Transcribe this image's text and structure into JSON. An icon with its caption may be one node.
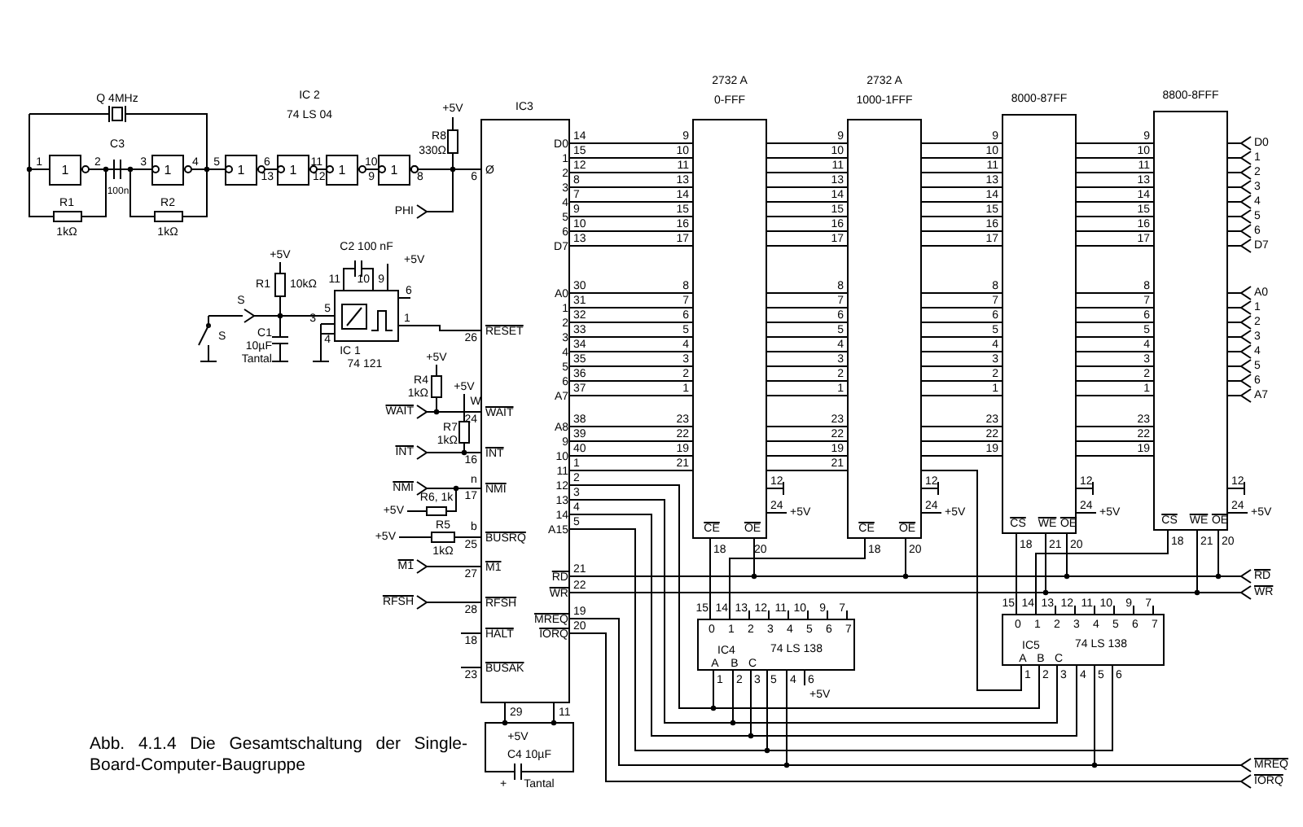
{
  "diagram": {
    "caption": "Abb. 4.1.4 Die Gesamtschaltung der Single-Board-Computer-Baugruppe",
    "nodes": [
      {
        "text": [
          "1"
        ],
        "beside": [
          "1",
          "2"
        ]
      },
      {
        "text": [
          "1"
        ],
        "beside": [
          "3",
          "4"
        ]
      },
      {
        "text": [
          "1"
        ],
        "beside": [
          "5",
          "6"
        ]
      },
      {
        "text": [
          "1"
        ],
        "beside": [
          "13",
          "12"
        ]
      },
      {
        "text": [
          "1"
        ],
        "beside": [
          "11",
          "10"
        ]
      },
      {
        "text": [
          "1"
        ],
        "beside": [
          "9",
          "8"
        ]
      },
      {
        "text": [
          "PHI"
        ]
      },
      {
        "text": [
          "S"
        ]
      },
      {
        "text": [],
        "shape": "box",
        "beside": [
          "IC 1",
          "74 121",
          "11",
          "10",
          "9",
          "6",
          "5",
          "3",
          "4",
          "1"
        ]
      },
      {
        "text": [
          "D0",
          "1",
          "2",
          "3",
          "4",
          "5",
          "6",
          "D7",
          "A0",
          "1",
          "2",
          "3",
          "4",
          "5",
          "6",
          "A7",
          "A8",
          "9",
          "10",
          "11",
          "12",
          "13",
          "14",
          "A15",
          "RD",
          "WR",
          "MREQ",
          "IORQ",
          "Ø",
          "RESET",
          "WAIT",
          "INT",
          "NMI",
          "BUSRQ",
          "M1",
          "RFSH",
          "HALT",
          "BUSAK"
        ],
        "beside": [
          "IC3",
          "14",
          "15",
          "12",
          "8",
          "7",
          "9",
          "10",
          "13",
          "30",
          "31",
          "32",
          "33",
          "34",
          "35",
          "36",
          "37",
          "38",
          "39",
          "40",
          "1",
          "2",
          "3",
          "4",
          "5",
          "21",
          "22",
          "19",
          "20",
          "6",
          "26",
          "24",
          "16",
          "17",
          "25",
          "27",
          "28",
          "18",
          "23",
          "29",
          "11",
          "W",
          "n",
          "b"
        ]
      },
      {
        "text": [
          "CE",
          "OE"
        ],
        "beside": [
          "2732 A",
          "0-FFF",
          "9",
          "10",
          "11",
          "13",
          "14",
          "15",
          "16",
          "17",
          "8",
          "7",
          "6",
          "5",
          "4",
          "3",
          "2",
          "1",
          "23",
          "22",
          "19",
          "21",
          "12",
          "24",
          "+5V",
          "18",
          "20"
        ]
      },
      {
        "text": [
          "CE",
          "OE"
        ],
        "beside": [
          "2732 A",
          "1000-1FFF",
          "9",
          "10",
          "11",
          "13",
          "14",
          "15",
          "16",
          "17",
          "8",
          "7",
          "6",
          "5",
          "4",
          "3",
          "2",
          "1",
          "23",
          "22",
          "19",
          "21",
          "12",
          "24",
          "+5V",
          "18",
          "20"
        ]
      },
      {
        "text": [
          "CS",
          "WE",
          "OE"
        ],
        "beside": [
          "8000-87FF",
          "9",
          "10",
          "11",
          "13",
          "14",
          "15",
          "16",
          "17",
          "8",
          "7",
          "6",
          "5",
          "4",
          "3",
          "2",
          "1",
          "23",
          "22",
          "19",
          "12",
          "24",
          "+5V",
          "18",
          "21",
          "20"
        ]
      },
      {
        "text": [
          "CS",
          "WE",
          "OE"
        ],
        "beside": [
          "8800-8FFF",
          "9",
          "10",
          "11",
          "13",
          "14",
          "15",
          "16",
          "17",
          "8",
          "7",
          "6",
          "5",
          "4",
          "3",
          "2",
          "1",
          "23",
          "22",
          "19",
          "12",
          "24",
          "+5V",
          "18",
          "21",
          "20"
        ]
      },
      {
        "text": [
          "0",
          "1",
          "2",
          "3",
          "4",
          "5",
          "6",
          "7",
          "IC4",
          "74 LS 138",
          "A",
          "B",
          "C"
        ],
        "beside": [
          "15",
          "14",
          "13",
          "12",
          "11",
          "10",
          "9",
          "7",
          "1",
          "2",
          "3",
          "5",
          "4",
          "6",
          "+5V"
        ]
      },
      {
        "text": [
          "0",
          "1",
          "2",
          "3",
          "4",
          "5",
          "6",
          "7",
          "IC5",
          "74 LS 138",
          "A",
          "B",
          "C"
        ],
        "beside": [
          "15",
          "14",
          "13",
          "12",
          "11",
          "10",
          "9",
          "7",
          "1",
          "2",
          "3",
          "4",
          "5",
          "6"
        ]
      },
      {
        "text": [
          "WAIT"
        ]
      },
      {
        "text": [
          "INT"
        ]
      },
      {
        "text": [
          "NMI"
        ]
      },
      {
        "text": [
          "M1"
        ]
      },
      {
        "text": [
          "RFSH"
        ]
      },
      {
        "text": [
          "D0"
        ]
      },
      {
        "text": [
          "1"
        ]
      },
      {
        "text": [
          "2"
        ]
      },
      {
        "text": [
          "3"
        ]
      },
      {
        "text": [
          "4"
        ]
      },
      {
        "text": [
          "5"
        ]
      },
      {
        "text": [
          "6"
        ]
      },
      {
        "text": [
          "D7"
        ]
      },
      {
        "text": [
          "A0"
        ]
      },
      {
        "text": [
          "1"
        ]
      },
      {
        "text": [
          "2"
        ]
      },
      {
        "text": [
          "3"
        ]
      },
      {
        "text": [
          "4"
        ]
      },
      {
        "text": [
          "5"
        ]
      },
      {
        "text": [
          "6"
        ]
      },
      {
        "text": [
          "A7"
        ]
      },
      {
        "text": [
          "RD"
        ]
      },
      {
        "text": [
          "WR"
        ]
      },
      {
        "text": [
          "MREQ"
        ]
      },
      {
        "text": [
          "IORQ"
        ]
      }
    ],
    "edges": [
      {
        "from": 0,
        "to": 1,
        "arrow": "other"
      },
      {
        "from": 1,
        "to": 2,
        "arrow": "other"
      },
      {
        "from": 2,
        "to": 3,
        "arrow": "other"
      },
      {
        "from": 3,
        "to": 4,
        "arrow": "other"
      },
      {
        "from": 4,
        "to": 5,
        "arrow": "other"
      },
      {
        "from": 5,
        "to": 9,
        "arrow": "other"
      },
      {
        "from": 5,
        "to": 6,
        "arrow": "other"
      },
      {
        "from": 7,
        "to": 8,
        "arrow": "other"
      },
      {
        "from": 8,
        "to": 9,
        "arrow": "none"
      },
      {
        "from": 16,
        "to": 9,
        "arrow": "other"
      },
      {
        "from": 17,
        "to": 9,
        "arrow": "other"
      },
      {
        "from": 18,
        "to": 9,
        "arrow": "other"
      },
      {
        "from": 19,
        "to": 9,
        "arrow": "other"
      },
      {
        "from": 20,
        "to": 9,
        "arrow": "other"
      },
      {
        "from": 9,
        "to": 10,
        "arrow": "none"
      },
      {
        "from": 10,
        "to": 11,
        "arrow": "none"
      },
      {
        "from": 11,
        "to": 12,
        "arrow": "none"
      },
      {
        "from": 12,
        "to": 13,
        "arrow": "none"
      },
      {
        "from": 13,
        "to": 21,
        "arrow": "other"
      },
      {
        "from": 9,
        "to": 10,
        "arrow": "none"
      },
      {
        "from": 10,
        "to": 11,
        "arrow": "none"
      },
      {
        "from": 11,
        "to": 12,
        "arrow": "none"
      },
      {
        "from": 12,
        "to": 13,
        "arrow": "none"
      },
      {
        "from": 13,
        "to": 22,
        "arrow": "other"
      },
      {
        "from": 9,
        "to": 10,
        "arrow": "none"
      },
      {
        "from": 10,
        "to": 11,
        "arrow": "none"
      },
      {
        "from": 11,
        "to": 12,
        "arrow": "none"
      },
      {
        "from": 12,
        "to": 13,
        "arrow": "none"
      },
      {
        "from": 13,
        "to": 23,
        "arrow": "other"
      },
      {
        "from": 9,
        "to": 10,
        "arrow": "none"
      },
      {
        "from": 10,
        "to": 11,
        "arrow": "none"
      },
      {
        "from": 11,
        "to": 12,
        "arrow": "none"
      },
      {
        "from": 12,
        "to": 13,
        "arrow": "none"
      },
      {
        "from": 13,
        "to": 24,
        "arrow": "other"
      },
      {
        "from": 9,
        "to": 10,
        "arrow": "none"
      },
      {
        "from": 10,
        "to": 11,
        "arrow": "none"
      },
      {
        "from": 11,
        "to": 12,
        "arrow": "none"
      },
      {
        "from": 12,
        "to": 13,
        "arrow": "none"
      },
      {
        "from": 13,
        "to": 25,
        "arrow": "other"
      },
      {
        "from": 9,
        "to": 10,
        "arrow": "none"
      },
      {
        "from": 10,
        "to": 11,
        "arrow": "none"
      },
      {
        "from": 11,
        "to": 12,
        "arrow": "none"
      },
      {
        "from": 12,
        "to": 13,
        "arrow": "none"
      },
      {
        "from": 13,
        "to": 26,
        "arrow": "other"
      },
      {
        "from": 9,
        "to": 10,
        "arrow": "none"
      },
      {
        "from": 10,
        "to": 11,
        "arrow": "none"
      },
      {
        "from": 11,
        "to": 12,
        "arrow": "none"
      },
      {
        "from": 12,
        "to": 13,
        "arrow": "none"
      },
      {
        "from": 13,
        "to": 27,
        "arrow": "other"
      },
      {
        "from": 9,
        "to": 10,
        "arrow": "none"
      },
      {
        "from": 10,
        "to": 11,
        "arrow": "none"
      },
      {
        "from": 11,
        "to": 12,
        "arrow": "none"
      },
      {
        "from": 12,
        "to": 13,
        "arrow": "none"
      },
      {
        "from": 13,
        "to": 28,
        "arrow": "other"
      },
      {
        "from": 9,
        "to": 10,
        "arrow": "none"
      },
      {
        "from": 10,
        "to": 11,
        "arrow": "none"
      },
      {
        "from": 11,
        "to": 12,
        "arrow": "none"
      },
      {
        "from": 12,
        "to": 13,
        "arrow": "none"
      },
      {
        "from": 13,
        "to": 29,
        "arrow": "other"
      },
      {
        "from": 9,
        "to": 10,
        "arrow": "none"
      },
      {
        "from": 10,
        "to": 11,
        "arrow": "none"
      },
      {
        "from": 11,
        "to": 12,
        "arrow": "none"
      },
      {
        "from": 12,
        "to": 13,
        "arrow": "none"
      },
      {
        "from": 13,
        "to": 30,
        "arrow": "other"
      },
      {
        "from": 9,
        "to": 10,
        "arrow": "none"
      },
      {
        "from": 10,
        "to": 11,
        "arrow": "none"
      },
      {
        "from": 11,
        "to": 12,
        "arrow": "none"
      },
      {
        "from": 12,
        "to": 13,
        "arrow": "none"
      },
      {
        "from": 13,
        "to": 31,
        "arrow": "other"
      },
      {
        "from": 9,
        "to": 10,
        "arrow": "none"
      },
      {
        "from": 10,
        "to": 11,
        "arrow": "none"
      },
      {
        "from": 11,
        "to": 12,
        "arrow": "none"
      },
      {
        "from": 12,
        "to": 13,
        "arrow": "none"
      },
      {
        "from": 13,
        "to": 32,
        "arrow": "other"
      },
      {
        "from": 9,
        "to": 10,
        "arrow": "none"
      },
      {
        "from": 10,
        "to": 11,
        "arrow": "none"
      },
      {
        "from": 11,
        "to": 12,
        "arrow": "none"
      },
      {
        "from": 12,
        "to": 13,
        "arrow": "none"
      },
      {
        "from": 13,
        "to": 33,
        "arrow": "other"
      },
      {
        "from": 9,
        "to": 10,
        "arrow": "none"
      },
      {
        "from": 10,
        "to": 11,
        "arrow": "none"
      },
      {
        "from": 11,
        "to": 12,
        "arrow": "none"
      },
      {
        "from": 12,
        "to": 13,
        "arrow": "none"
      },
      {
        "from": 13,
        "to": 34,
        "arrow": "other"
      },
      {
        "from": 9,
        "to": 10,
        "arrow": "none"
      },
      {
        "from": 10,
        "to": 11,
        "arrow": "none"
      },
      {
        "from": 11,
        "to": 12,
        "arrow": "none"
      },
      {
        "from": 12,
        "to": 13,
        "arrow": "none"
      },
      {
        "from": 13,
        "to": 35,
        "arrow": "other"
      },
      {
        "from": 9,
        "to": 10,
        "arrow": "none"
      },
      {
        "from": 10,
        "to": 11,
        "arrow": "none"
      },
      {
        "from": 11,
        "to": 12,
        "arrow": "none"
      },
      {
        "from": 12,
        "to": 13,
        "arrow": "none"
      },
      {
        "from": 13,
        "to": 36,
        "arrow": "other"
      },
      {
        "from": 9,
        "to": 10,
        "arrow": "none"
      },
      {
        "from": 10,
        "to": 11,
        "arrow": "none"
      },
      {
        "from": 11,
        "to": 12,
        "arrow": "none"
      },
      {
        "from": 12,
        "to": 13,
        "arrow": "none"
      },
      {
        "from": 9,
        "to": 10,
        "arrow": "none"
      },
      {
        "from": 10,
        "to": 11,
        "arrow": "none"
      },
      {
        "from": 11,
        "to": 12,
        "arrow": "none"
      },
      {
        "from": 12,
        "to": 13,
        "arrow": "none"
      },
      {
        "from": 9,
        "to": 10,
        "arrow": "none"
      },
      {
        "from": 10,
        "to": 11,
        "arrow": "none"
      },
      {
        "from": 11,
        "to": 12,
        "arrow": "none"
      },
      {
        "from": 12,
        "to": 13,
        "arrow": "none"
      },
      {
        "from": 9,
        "to": 10,
        "arrow": "none"
      },
      {
        "from": 10,
        "to": 11,
        "arrow": "none"
      },
      {
        "from": 11,
        "to": 15,
        "arrow": "none"
      },
      {
        "from": 9,
        "to": 14,
        "arrow": "none"
      },
      {
        "from": 9,
        "to": 15,
        "arrow": "none"
      },
      {
        "from": 9,
        "to": 14,
        "arrow": "none"
      },
      {
        "from": 9,
        "to": 15,
        "arrow": "none"
      },
      {
        "from": 9,
        "to": 14,
        "arrow": "none"
      },
      {
        "from": 9,
        "to": 15,
        "arrow": "none"
      },
      {
        "from": 9,
        "to": 14,
        "arrow": "none"
      },
      {
        "from": 9,
        "to": 15,
        "arrow": "none"
      },
      {
        "from": 9,
        "to": 10,
        "arrow": "none"
      },
      {
        "from": 9,
        "to": 11,
        "arrow": "none"
      },
      {
        "from": 9,
        "to": 12,
        "arrow": "none"
      },
      {
        "from": 9,
        "to": 13,
        "arrow": "none"
      },
      {
        "from": 9,
        "to": 37,
        "arrow": "other"
      },
      {
        "from": 9,
        "to": 12,
        "arrow": "none"
      },
      {
        "from": 9,
        "to": 13,
        "arrow": "none"
      },
      {
        "from": 9,
        "to": 38,
        "arrow": "other"
      },
      {
        "from": 9,
        "to": 14,
        "arrow": "none"
      },
      {
        "from": 9,
        "to": 15,
        "arrow": "none"
      },
      {
        "from": 9,
        "to": 39,
        "arrow": "other"
      },
      {
        "from": 9,
        "to": 40,
        "arrow": "other"
      },
      {
        "from": 14,
        "to": 10,
        "arrow": "none"
      },
      {
        "from": 14,
        "to": 11,
        "arrow": "none"
      },
      {
        "from": 15,
        "to": 12,
        "arrow": "none"
      },
      {
        "from": 15,
        "to": 13,
        "arrow": "none"
      }
    ],
    "labels": [
      "Q 4MHz",
      "IC 2",
      "74 LS 04",
      "C3",
      "100n",
      "R1",
      "1kΩ",
      "R2",
      "1kΩ",
      "+5V",
      "R8",
      "330Ω",
      "C2 100 nF",
      "+5V",
      "+5V",
      "R1",
      "10kΩ",
      "C1",
      "10µF",
      "Tantal",
      "S",
      "+5V",
      "R4",
      "1kΩ",
      "+5V",
      "R7",
      "1kΩ",
      "R6, 1k",
      "+5V",
      "R5",
      "+5V",
      "1kΩ",
      "+5V",
      "C4 10µF",
      "+",
      "Tantal"
    ]
  }
}
